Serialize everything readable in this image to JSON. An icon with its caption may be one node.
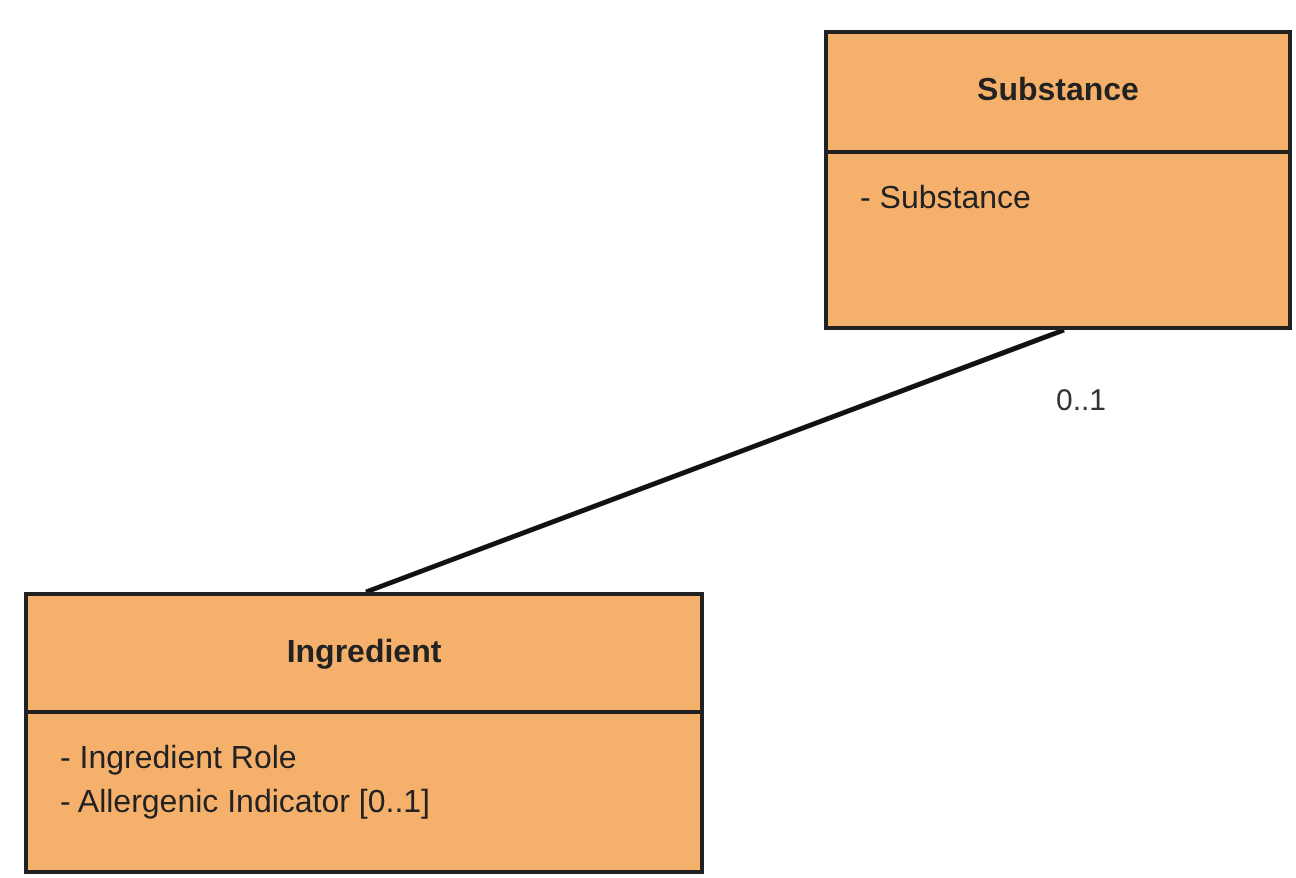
{
  "diagram": {
    "nodes": [
      {
        "text": [
          "Substance",
          "- Substance"
        ]
      },
      {
        "text": [
          "Ingredient",
          "- Ingredient Role",
          "- Allergenic Indicator [0..1]"
        ]
      }
    ],
    "edges": [
      {
        "from": 1,
        "to": 0,
        "arrow": "none",
        "label": "0..1"
      }
    ]
  }
}
